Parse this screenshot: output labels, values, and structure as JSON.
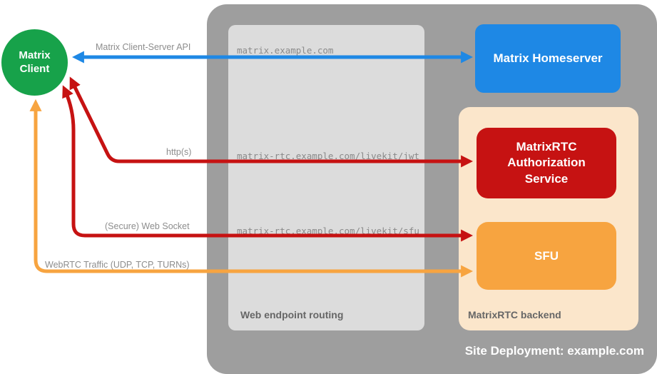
{
  "diagram": {
    "title": "Site Deployment: example.com",
    "client": {
      "label": "Matrix\nClient"
    },
    "homeserver": {
      "label": "Matrix Homeserver"
    },
    "routing": {
      "label": "Web endpoint routing",
      "endpoints": [
        "matrix.example.com",
        "matrix-rtc.example.com/livekit/jwt",
        "matrix-rtc.example.com/livekit/sfu"
      ]
    },
    "backend": {
      "label": "MatrixRTC backend",
      "auth_service": "MatrixRTC Authorization Service",
      "sfu": "SFU"
    },
    "arrows": [
      {
        "label": "Matrix Client-Server API",
        "color": "#1e88e5"
      },
      {
        "label": "http(s)",
        "color": "#c61212"
      },
      {
        "label": "(Secure) Web Socket",
        "color": "#c61212"
      },
      {
        "label": "WebRTC Traffic (UDP, TCP, TURNs)",
        "color": "#f7a440"
      }
    ]
  },
  "colors": {
    "client_green": "#17a24a",
    "homeserver_blue": "#1e88e5",
    "auth_red": "#c61212",
    "sfu_orange": "#f7a440",
    "outer_container_gray": "#9e9e9e",
    "routing_box_gray": "#dcdcdc",
    "backend_box_peach": "#fbe6cb",
    "endpoint_text_gray": "#8a8a8a",
    "arrow_label_gray": "#8d8d8d",
    "box_label_gray": "#666666",
    "title_white": "#ffffff"
  }
}
